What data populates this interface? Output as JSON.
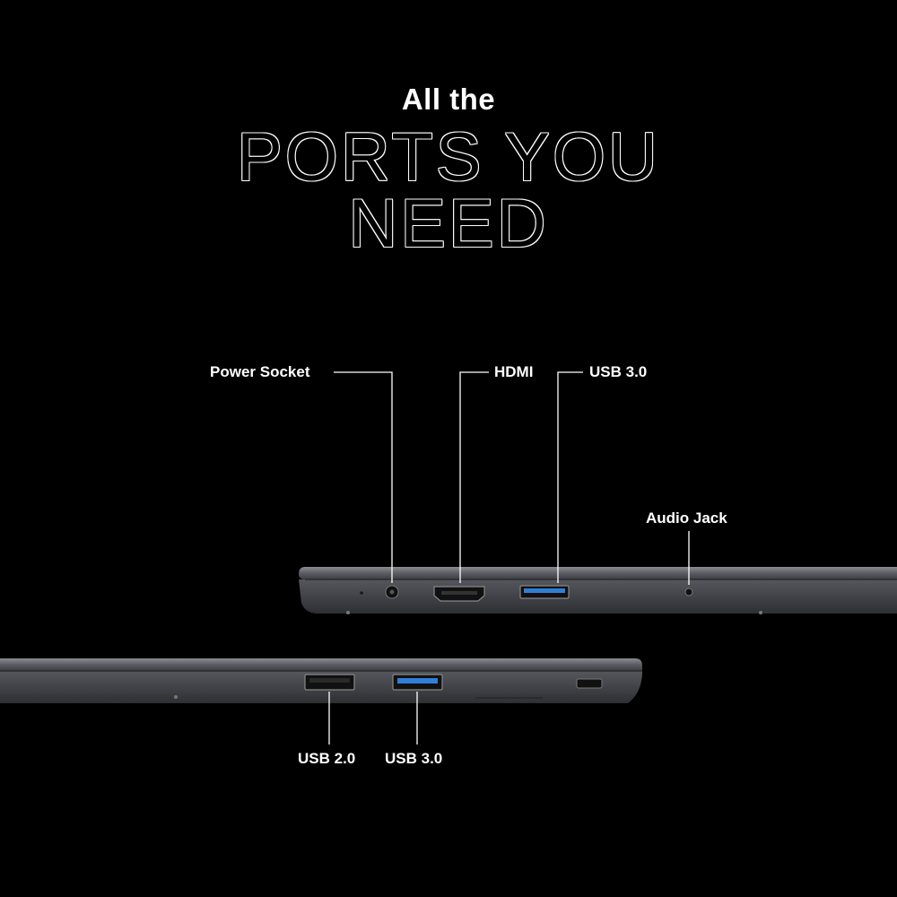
{
  "headline": {
    "small": "All the",
    "large_line1": "PORTS YOU",
    "large_line2": "NEED"
  },
  "ports": {
    "power_socket": "Power Socket",
    "hdmi": "HDMI",
    "usb30_right": "USB 3.0",
    "audio_jack": "Audio Jack",
    "usb20": "USB 2.0",
    "usb30_left": "USB 3.0"
  },
  "colors": {
    "background": "#000000",
    "text": "#ffffff",
    "laptop_body": "#4a4c52",
    "usb3_accent": "#2f7fd6"
  }
}
